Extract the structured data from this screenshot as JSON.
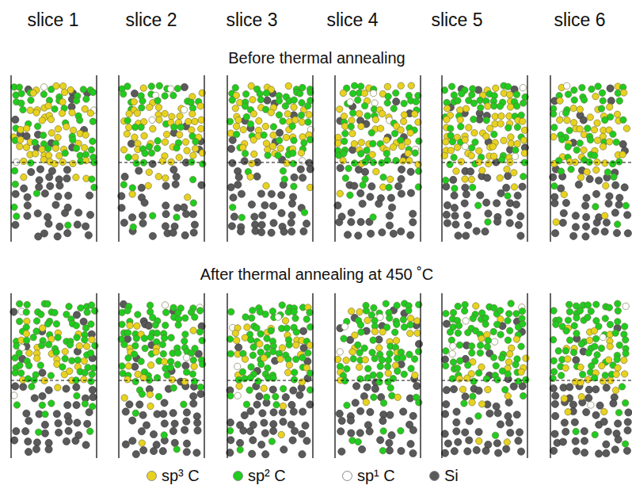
{
  "diagram": {
    "labels": [
      "slice 1",
      "slice 2",
      "slice 3",
      "slice 4",
      "slice 5",
      "slice 6",
      "Before thermal annealing",
      "After thermal annealing at 450 ˚C"
    ],
    "legend": [
      {
        "text": "sp³ C",
        "color": "#e8d21f"
      },
      {
        "text": "sp² C",
        "color": "#1fcc1f"
      },
      {
        "text": "sp¹ C",
        "color": "#ffffff"
      },
      {
        "text": "Si",
        "color": "#5a5a5a"
      }
    ]
  }
}
